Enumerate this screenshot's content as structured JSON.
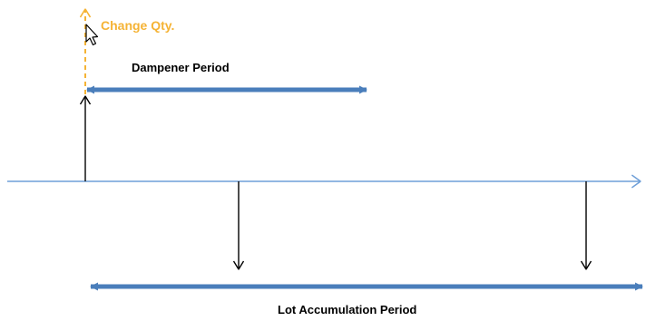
{
  "labels": {
    "change_qty": "Change Qty.",
    "dampener_period": "Dampener Period",
    "lot_accumulation_period": "Lot Accumulation Period"
  },
  "icons": {
    "cursor": "mouse-pointer-icon"
  },
  "colors": {
    "timeline": "#6f9fd8",
    "period_arrow": "#4a7ebb",
    "change_qty": "#f5b335",
    "demand_arrow": "#000000",
    "label_text": "#000000"
  }
}
